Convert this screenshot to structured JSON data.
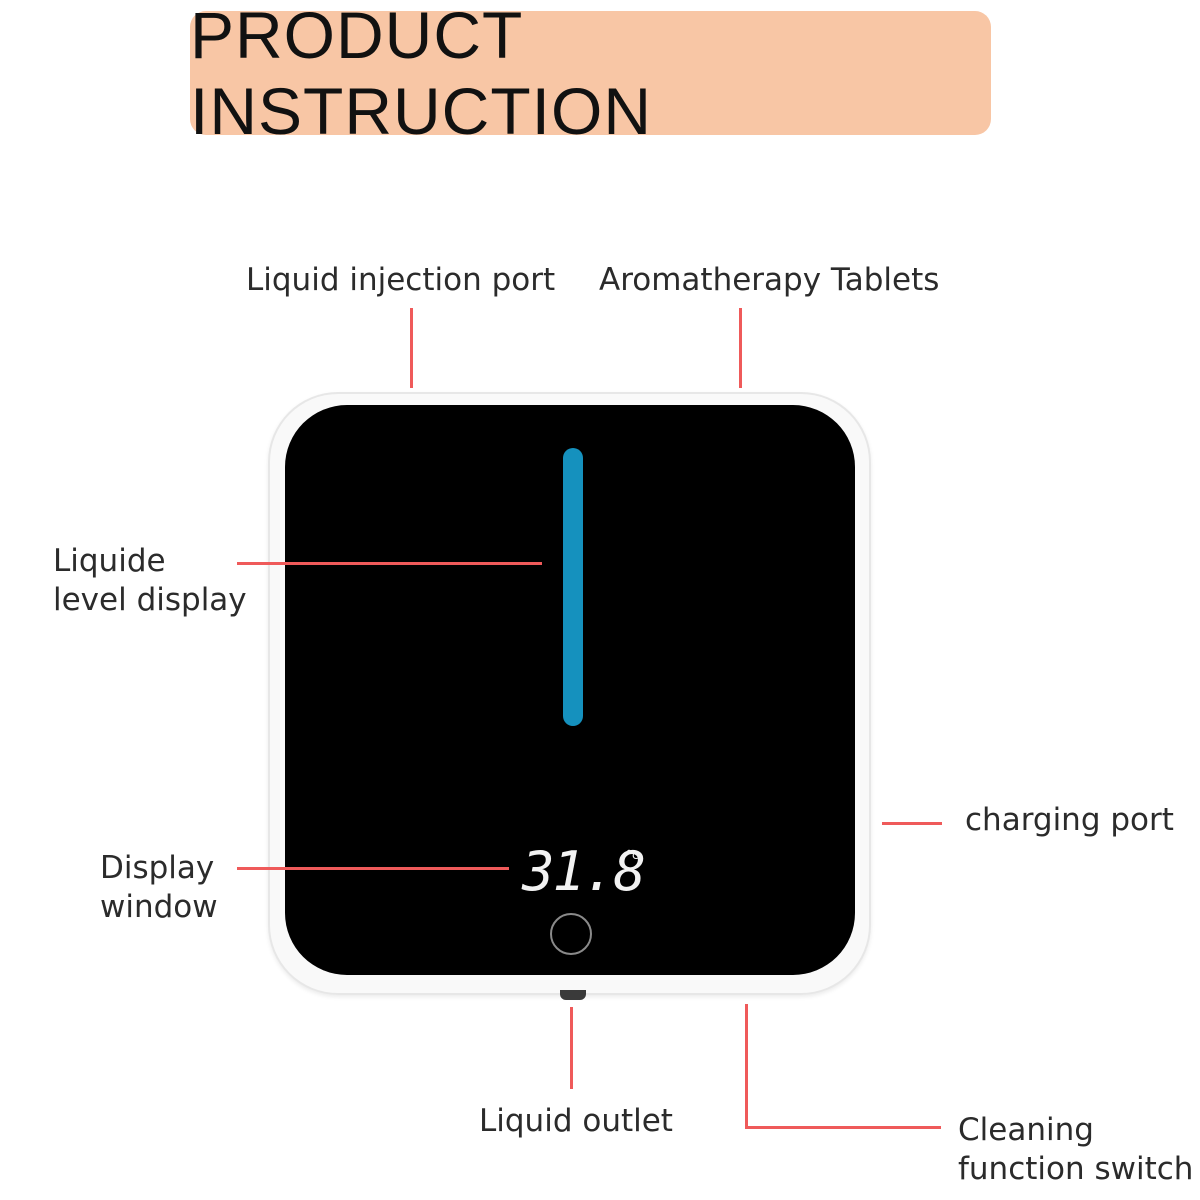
{
  "title": "PRODUCT INSTRUCTION",
  "labels": {
    "liquid_injection_port": "Liquid injection port",
    "aromatherapy_tablets": "Aromatherapy Tablets",
    "liquid_level_line1": "Liquide",
    "liquid_level_line2": "level display",
    "charging_port": "charging port",
    "display_window_line1": "Display",
    "display_window_line2": "window",
    "liquid_outlet": "Liquid outlet",
    "cleaning_line1": "Cleaning",
    "cleaning_line2": "function switch"
  },
  "device": {
    "temperature": "31.8",
    "temperature_unit": "°c"
  },
  "colors": {
    "title_background": "#f8c6a5",
    "leader_line": "#ef5a5a",
    "level_bar": "#1591be",
    "screen": "#000000"
  }
}
